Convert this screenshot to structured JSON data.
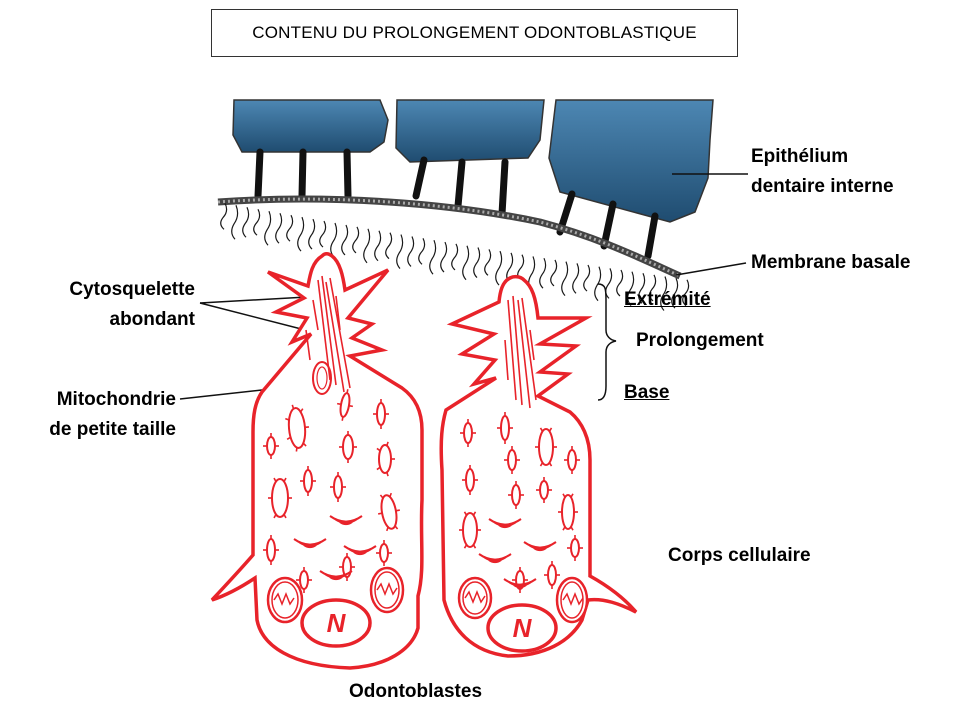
{
  "title": "CONTENU DU PROLONGEMENT ODONTOBLASTIQUE",
  "labels": {
    "epithelium_line1": "Epithélium",
    "epithelium_line2": "dentaire interne",
    "membrane": "Membrane basale",
    "extremite": "Extrémité",
    "prolongement": "Prolongement",
    "base": "Base",
    "corps": "Corps cellulaire",
    "cyto_line1": "Cytosquelette",
    "cyto_line2": "abondant",
    "mito_line1": "Mitochondrie",
    "mito_line2": "de petite taille",
    "odontoblastes": "Odontoblastes",
    "nucleus": "N"
  },
  "colors": {
    "cell_outline": "#e8232a",
    "epithelium_top": "#4d87b3",
    "epithelium_bottom": "#1f4c70",
    "fiber": "#1a1a1a"
  }
}
